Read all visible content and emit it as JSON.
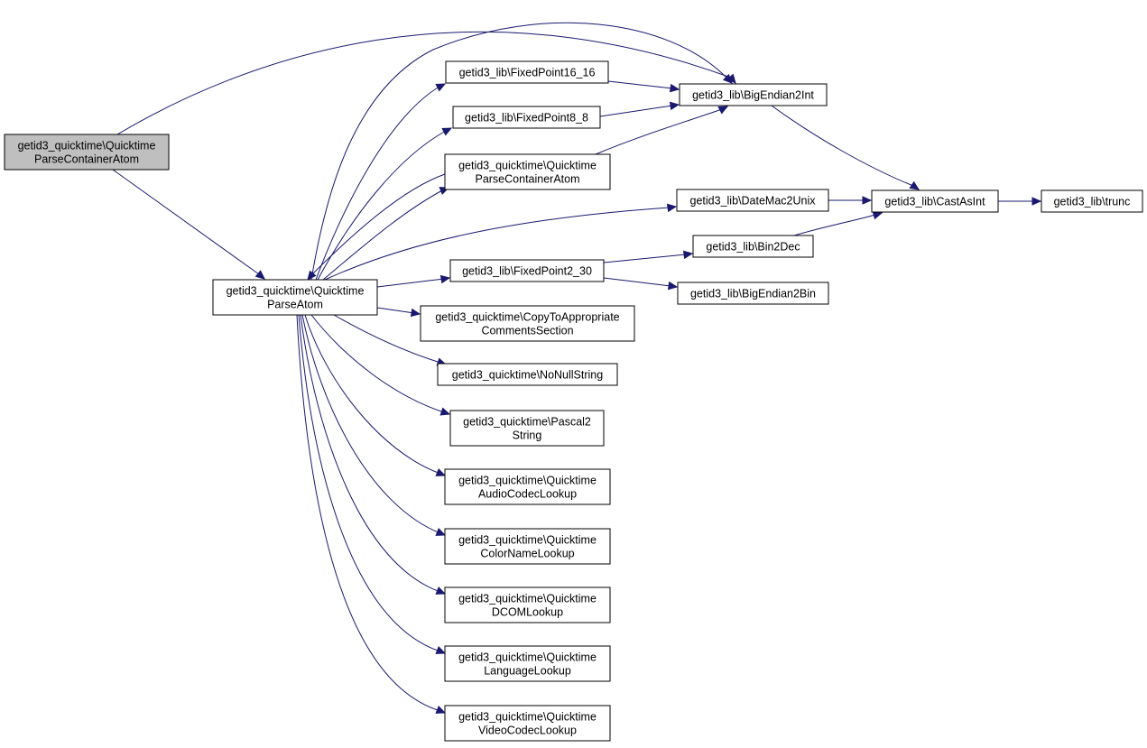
{
  "graph": {
    "nodes": [
      {
        "id": "root",
        "lines": [
          "getid3_quicktime\\Quicktime",
          "ParseContainerAtom"
        ],
        "highlight": true
      },
      {
        "id": "parseatom",
        "lines": [
          "getid3_quicktime\\Quicktime",
          "ParseAtom"
        ]
      },
      {
        "id": "fp1616",
        "lines": [
          "getid3_lib\\FixedPoint16_16"
        ]
      },
      {
        "id": "fp88",
        "lines": [
          "getid3_lib\\FixedPoint8_8"
        ]
      },
      {
        "id": "pca2",
        "lines": [
          "getid3_quicktime\\Quicktime",
          "ParseContainerAtom"
        ]
      },
      {
        "id": "be2int",
        "lines": [
          "getid3_lib\\BigEndian2Int"
        ]
      },
      {
        "id": "datemac",
        "lines": [
          "getid3_lib\\DateMac2Unix"
        ]
      },
      {
        "id": "castint",
        "lines": [
          "getid3_lib\\CastAsInt"
        ]
      },
      {
        "id": "trunc",
        "lines": [
          "getid3_lib\\trunc"
        ]
      },
      {
        "id": "bin2dec",
        "lines": [
          "getid3_lib\\Bin2Dec"
        ]
      },
      {
        "id": "fp230",
        "lines": [
          "getid3_lib\\FixedPoint2_30"
        ]
      },
      {
        "id": "be2bin",
        "lines": [
          "getid3_lib\\BigEndian2Bin"
        ]
      },
      {
        "id": "copyto",
        "lines": [
          "getid3_quicktime\\CopyToAppropriate",
          "CommentsSection"
        ]
      },
      {
        "id": "nonull",
        "lines": [
          "getid3_quicktime\\NoNullString"
        ]
      },
      {
        "id": "pascal",
        "lines": [
          "getid3_quicktime\\Pascal2",
          "String"
        ]
      },
      {
        "id": "audio",
        "lines": [
          "getid3_quicktime\\Quicktime",
          "AudioCodecLookup"
        ]
      },
      {
        "id": "color",
        "lines": [
          "getid3_quicktime\\Quicktime",
          "ColorNameLookup"
        ]
      },
      {
        "id": "dcom",
        "lines": [
          "getid3_quicktime\\Quicktime",
          "DCOMLookup"
        ]
      },
      {
        "id": "lang",
        "lines": [
          "getid3_quicktime\\Quicktime",
          "LanguageLookup"
        ]
      },
      {
        "id": "video",
        "lines": [
          "getid3_quicktime\\Quicktime",
          "VideoCodecLookup"
        ]
      }
    ],
    "edges": [
      {
        "from": "root",
        "to": "parseatom"
      },
      {
        "from": "root",
        "to": "be2int"
      },
      {
        "from": "parseatom",
        "to": "be2int"
      },
      {
        "from": "parseatom",
        "to": "fp1616"
      },
      {
        "from": "parseatom",
        "to": "fp88"
      },
      {
        "from": "parseatom",
        "to": "pca2"
      },
      {
        "from": "pca2",
        "to": "parseatom"
      },
      {
        "from": "parseatom",
        "to": "datemac"
      },
      {
        "from": "parseatom",
        "to": "fp230"
      },
      {
        "from": "parseatom",
        "to": "copyto"
      },
      {
        "from": "parseatom",
        "to": "nonull"
      },
      {
        "from": "parseatom",
        "to": "pascal"
      },
      {
        "from": "parseatom",
        "to": "audio"
      },
      {
        "from": "parseatom",
        "to": "color"
      },
      {
        "from": "parseatom",
        "to": "dcom"
      },
      {
        "from": "parseatom",
        "to": "lang"
      },
      {
        "from": "parseatom",
        "to": "video"
      },
      {
        "from": "fp1616",
        "to": "be2int"
      },
      {
        "from": "fp88",
        "to": "be2int"
      },
      {
        "from": "pca2",
        "to": "be2int"
      },
      {
        "from": "be2int",
        "to": "castint"
      },
      {
        "from": "datemac",
        "to": "castint"
      },
      {
        "from": "bin2dec",
        "to": "castint"
      },
      {
        "from": "castint",
        "to": "trunc"
      },
      {
        "from": "fp230",
        "to": "bin2dec"
      },
      {
        "from": "fp230",
        "to": "be2bin"
      }
    ]
  }
}
